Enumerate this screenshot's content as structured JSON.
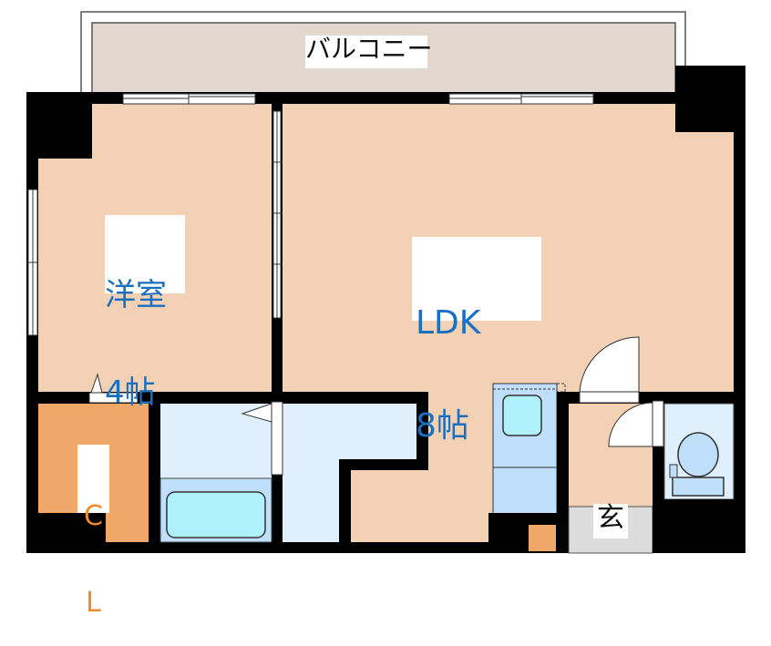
{
  "floorplan": {
    "colors": {
      "wall": "#000000",
      "room_floor": "#f2d1b4",
      "balcony": "#e3d8cf",
      "closet": "#f0a868",
      "wet_area": "#dff0fc",
      "bath_floor": "#bfdffa",
      "tub": "#aef0fb",
      "entrance_tile": "#dcdcdc",
      "label_blue": "#1a6fc0",
      "label_orange": "#ee8a2f"
    },
    "rooms": {
      "balcony": {
        "label": "バルコニー"
      },
      "western_room": {
        "name": "洋室",
        "size": "4帖"
      },
      "ldk": {
        "name": "LDK",
        "size": "8帖"
      },
      "closet": {
        "label_line1": "C",
        "label_line2": "L"
      },
      "entrance": {
        "label": "玄"
      }
    },
    "fixtures": [
      "sliding-window",
      "door-swing",
      "bathtub",
      "washbasin",
      "toilet",
      "kitchen-sink"
    ]
  }
}
